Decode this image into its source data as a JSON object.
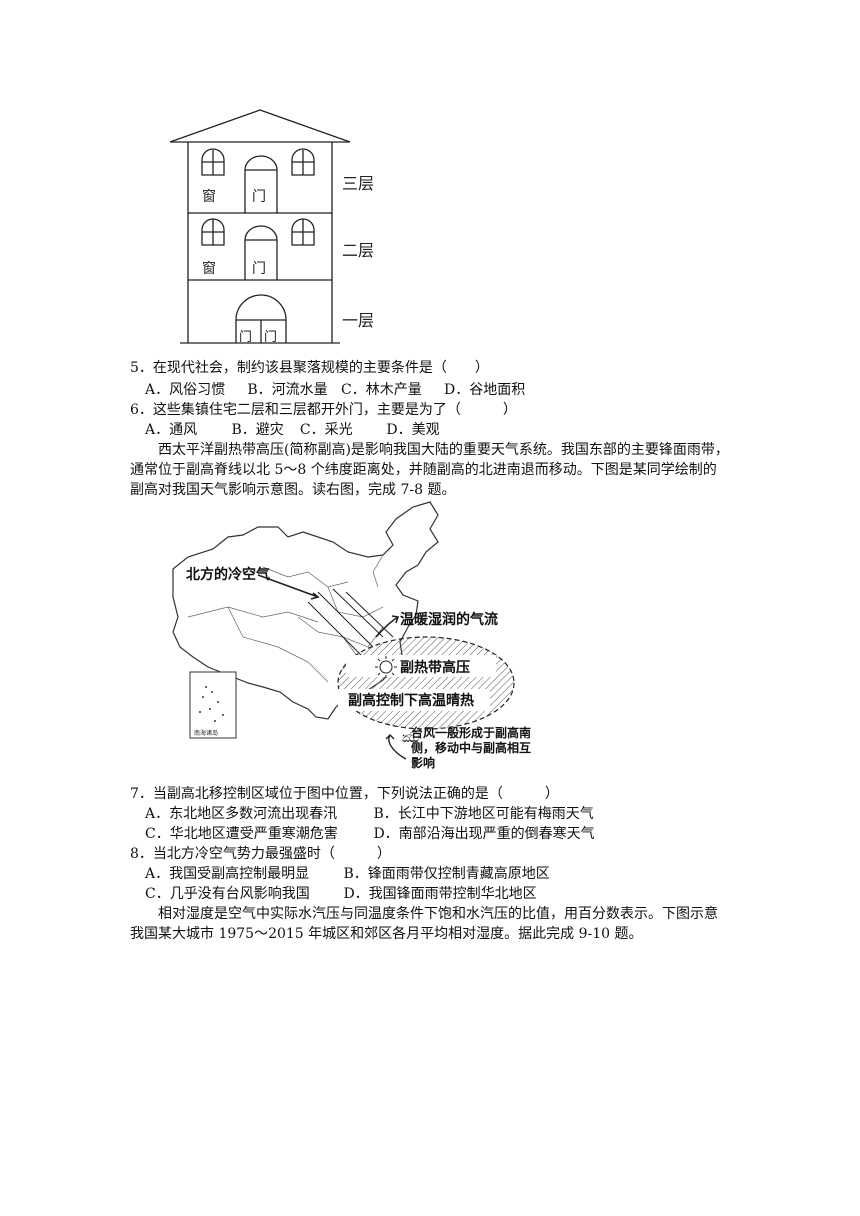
{
  "building": {
    "floors": [
      "三层",
      "二层",
      "一层"
    ],
    "window_label": "窗",
    "door_label": "门"
  },
  "questions": {
    "q5": {
      "stem": "5．在现代社会，制约该县聚落规模的主要条件是（　　）",
      "options": [
        "A．风俗习惯",
        "B．河流水量",
        "C．林木产量",
        "D．谷地面积"
      ]
    },
    "q6": {
      "stem": "6．这些集镇住宅二层和三层都开外门，主要是为了（　　　）",
      "options": [
        "A．通风",
        "B．避灾",
        "C．采光",
        "D．美观"
      ]
    },
    "passage1": "西太平洋副热带高压(简称副高)是影响我国大陆的重要天气系统。我国东部的主要锋面雨带，通常位于副高脊线以北 5～8 个纬度距离处，并随副高的北进南退而移动。下图是某同学绘制的副高对我国天气影响示意图。读右图，完成 7-8 题。",
    "q7": {
      "stem": "7．当副高北移控制区域位于图中位置，下列说法正确的是（　　　）",
      "options": [
        "A．东北地区多数河流出现春汛",
        "B．长江中下游地区可能有梅雨天气",
        "C．华北地区遭受严重寒潮危害",
        "D．南部沿海出现严重的倒春寒天气"
      ]
    },
    "q8": {
      "stem": "8．当北方冷空气势力最强盛时（　　　）",
      "options": [
        "A．我国受副高控制最明显",
        "B．锋面雨带仅控制青藏高原地区",
        "C．几乎没有台风影响我国",
        "D．我国锋面雨带控制华北地区"
      ]
    },
    "passage2": "相对湿度是空气中实际水汽压与同温度条件下饱和水汽压的比值，用百分数表示。下图示意我国某大城市 1975～2015 年城区和郊区各月平均相对湿度。据此完成 9-10 题。"
  },
  "map": {
    "cold_air": "北方的冷空气",
    "warm_air": "温暖湿润的气流",
    "high_pressure": "副热带高压",
    "control": "副高控制下高温晴热",
    "typhoon_line1": "台风一般形成于副高南",
    "typhoon_line2": "侧，移动中与副高相互",
    "typhoon_line3": "影响",
    "inset": "南海诸岛"
  }
}
